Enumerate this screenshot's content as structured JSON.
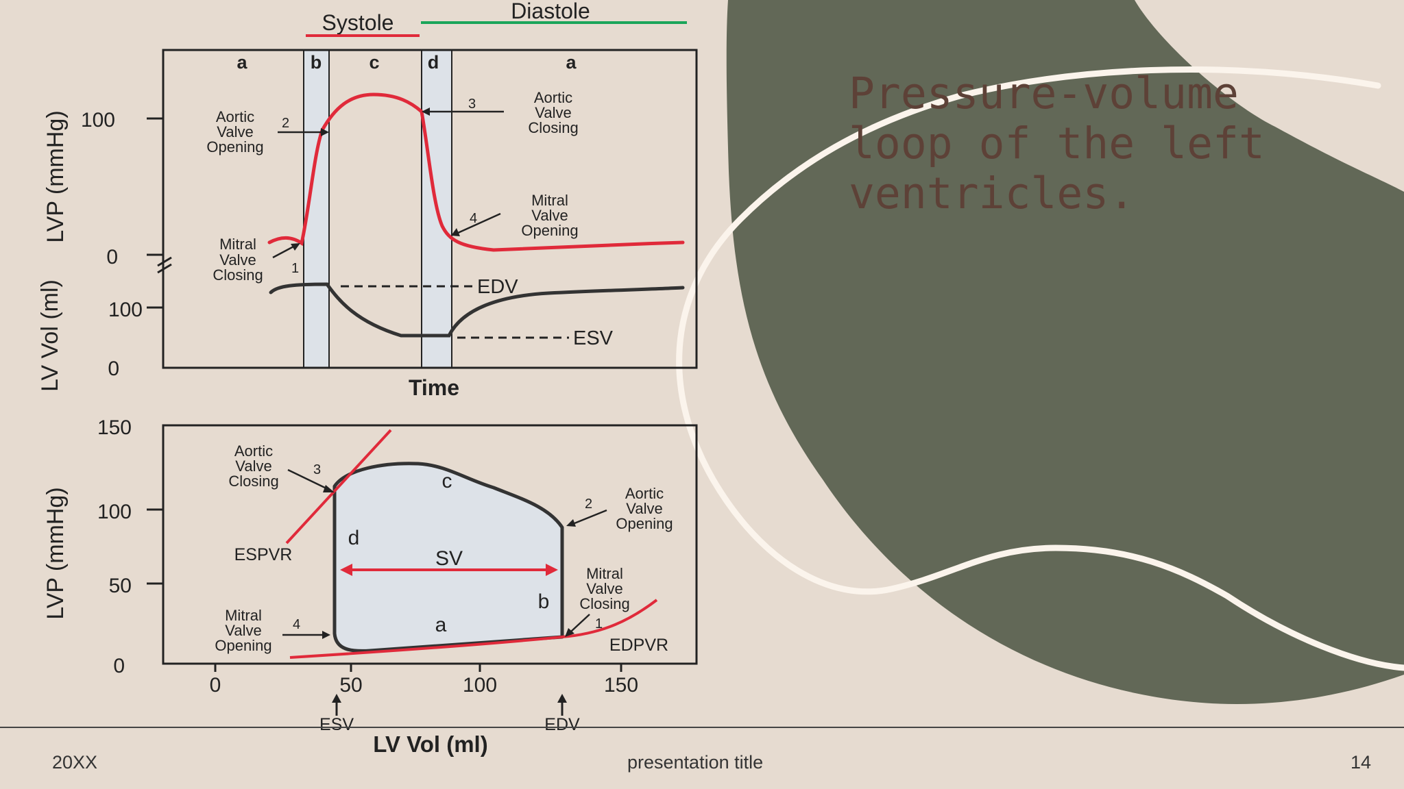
{
  "slide": {
    "title": "Pressure-volume loop of the left ventricles.",
    "footer_left": "20XX",
    "footer_center": "presentation title",
    "footer_right": "14"
  },
  "colors": {
    "background": "#e6dbd0",
    "blob": "#626857",
    "title": "#5d4137",
    "curve_red": "#e02a3a",
    "diastole_green": "#1aa55a",
    "phase_band": "#dde2e8"
  },
  "figure": {
    "top": {
      "systole_label": "Systole",
      "diastole_label": "Diastole",
      "phase_labels": [
        "a",
        "b",
        "c",
        "d",
        "a"
      ],
      "ylabel_pressure": "LVP (mmHg)",
      "ylabel_volume": "LV Vol (ml)",
      "pressure_ticks": [
        "100",
        "0"
      ],
      "volume_ticks": [
        "100",
        "0"
      ],
      "xlabel": "Time",
      "edv_label": "EDV",
      "esv_label": "ESV",
      "events": [
        {
          "num": "1",
          "lines": [
            "Mitral",
            "Valve",
            "Closing"
          ]
        },
        {
          "num": "2",
          "lines": [
            "Aortic",
            "Valve",
            "Opening"
          ]
        },
        {
          "num": "3",
          "lines": [
            "Aortic",
            "Valve",
            "Closing"
          ]
        },
        {
          "num": "4",
          "lines": [
            "Mitral",
            "Valve",
            "Opening"
          ]
        }
      ]
    },
    "bottom": {
      "ylabel": "LVP (mmHg)",
      "xlabel": "LV Vol (ml)",
      "y_ticks": [
        "150",
        "100",
        "50",
        "0"
      ],
      "x_ticks": [
        "0",
        "50",
        "100",
        "150"
      ],
      "phase_labels": {
        "a": "a",
        "b": "b",
        "c": "c",
        "d": "d"
      },
      "sv_label": "SV",
      "espvr_label": "ESPVR",
      "edpvr_label": "EDPVR",
      "esv_marker": "ESV",
      "edv_marker": "EDV",
      "events": [
        {
          "num": "1",
          "lines": [
            "Mitral",
            "Valve",
            "Closing"
          ]
        },
        {
          "num": "2",
          "lines": [
            "Aortic",
            "Valve",
            "Opening"
          ]
        },
        {
          "num": "3",
          "lines": [
            "Aortic",
            "Valve",
            "Closing"
          ]
        },
        {
          "num": "4",
          "lines": [
            "Mitral",
            "Valve",
            "Opening"
          ]
        }
      ]
    }
  }
}
